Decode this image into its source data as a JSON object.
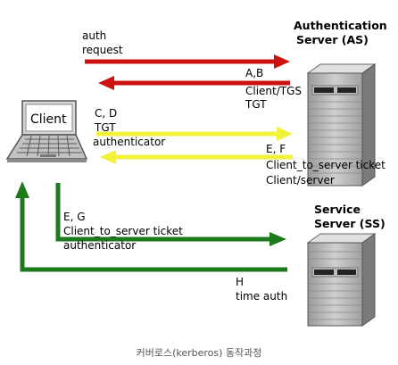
{
  "colors": {
    "red": "#cc1111",
    "yellow": "#f2f23a",
    "green": "#1c7a1c",
    "server_body": "#a8a8a8",
    "laptop_body": "#c8c8c8"
  },
  "nodes": {
    "client": {
      "label": "Client",
      "icon": "laptop-icon"
    },
    "as": {
      "title_line1": "Authentication",
      "title_line2": "Server (AS)",
      "icon": "server-tower-icon"
    },
    "ss": {
      "title_line1": "Service",
      "title_line2": "Server (SS)",
      "icon": "server-tower-icon"
    }
  },
  "messages": {
    "auth_request": {
      "line1": "auth",
      "line2": "request"
    },
    "ab": {
      "line1": "A,B",
      "line2": "Client/TGS",
      "line3": "TGT"
    },
    "cd": {
      "line1": "C, D",
      "line2": "TGT",
      "line3": "authenticator"
    },
    "ef": {
      "line1": "E, F",
      "line2": "Client_to_server ticket",
      "line3": "Client/server"
    },
    "eg": {
      "line1": "E, G",
      "line2": "Client_to_server ticket",
      "line3": "authenticator"
    },
    "h": {
      "line1": "H",
      "line2": "time auth"
    }
  },
  "caption": "커버로스(kerberos) 동작과정"
}
